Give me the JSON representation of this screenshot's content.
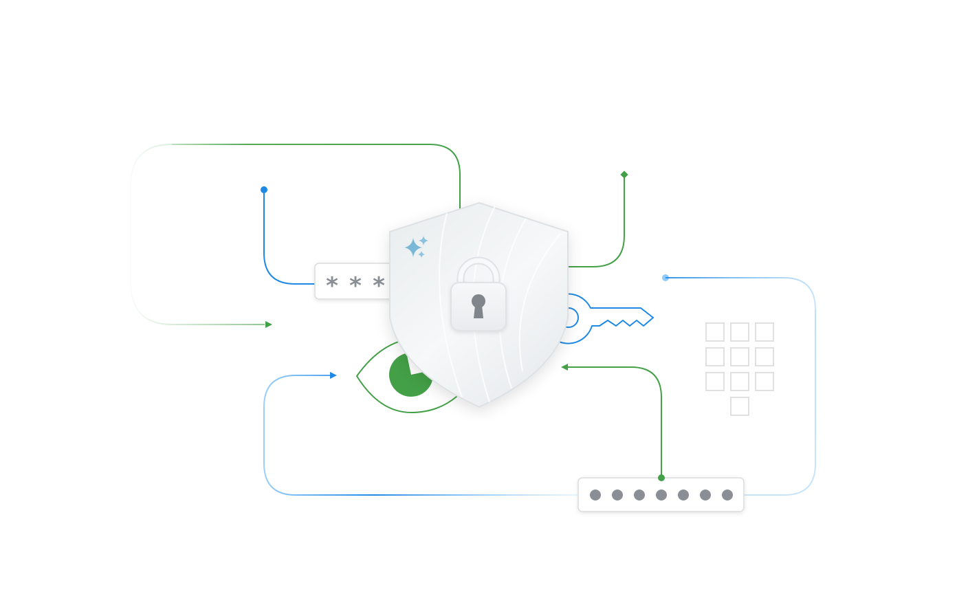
{
  "illustration": {
    "password_masked": {
      "glyph": "*",
      "count": 3
    },
    "pin_dots": {
      "count": 7
    },
    "keypad": {
      "rows": 3,
      "cols": 3,
      "extra_keys": 1
    },
    "colors": {
      "blue": "#1e88e5",
      "light_blue": "#90caf9",
      "green": "#43a047",
      "gray_glyph": "#8a8f95",
      "box_border": "#dcdcdc",
      "keypad_border": "#e0e0e0",
      "shield_fill": "#f1f4f5",
      "sparkle": "#7ab8d8",
      "eye_fill": "#43a047"
    },
    "icons": [
      "shield-icon",
      "padlock-icon",
      "keyhole-icon",
      "sparkle-icon",
      "key-icon",
      "eye-icon",
      "keypad-icon"
    ]
  }
}
